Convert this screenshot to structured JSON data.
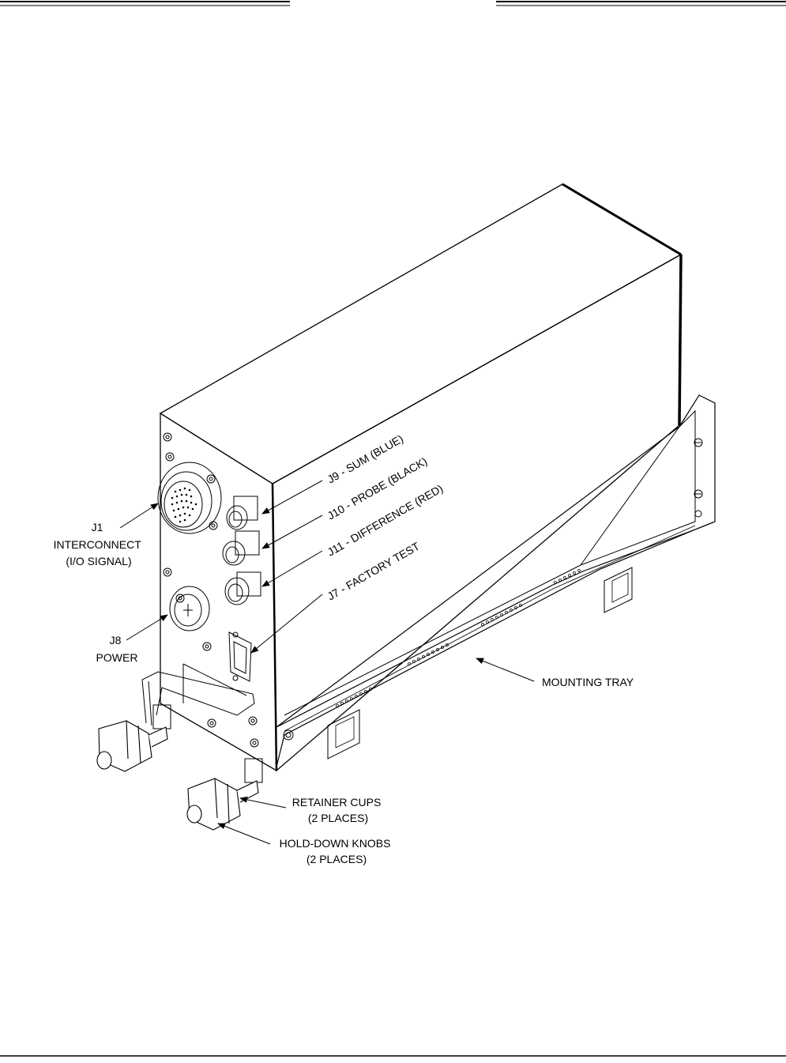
{
  "labels": {
    "j1": {
      "line1": "J1",
      "line2": "INTERCONNECT",
      "line3": "(I/O SIGNAL)"
    },
    "j8": {
      "line1": "J8",
      "line2": "POWER"
    },
    "j9": "J9 - SUM (BLUE)",
    "j10": "J10 - PROBE (BLACK)",
    "j11": "J11 - DIFFERENCE (RED)",
    "j7": "J7 - FACTORY TEST",
    "mounting_tray": "MOUNTING TRAY",
    "retainer_cups": {
      "line1": "RETAINER CUPS",
      "line2": "(2 PLACES)"
    },
    "hold_down_knobs": {
      "line1": "HOLD-DOWN KNOBS",
      "line2": "(2 PLACES)"
    }
  }
}
